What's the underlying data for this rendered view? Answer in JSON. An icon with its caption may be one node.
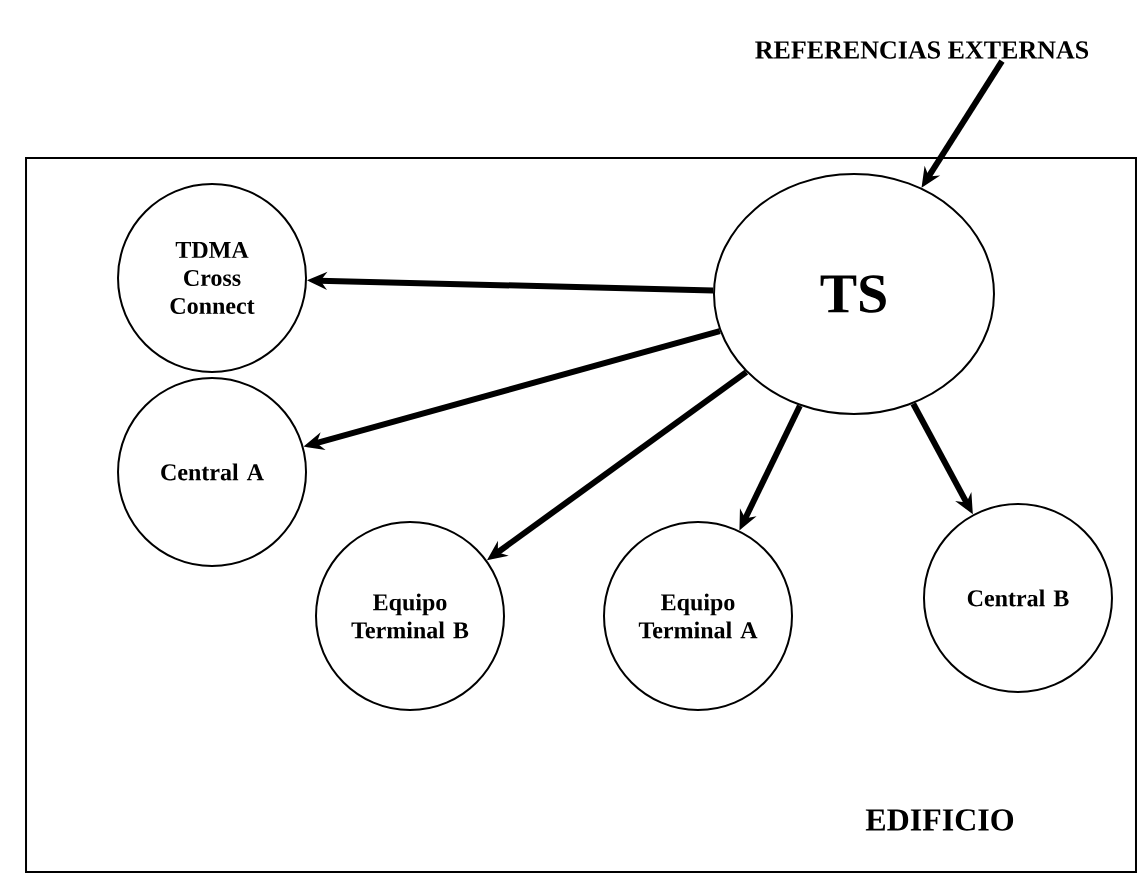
{
  "diagram": {
    "nodes": [
      {
        "text": [
          "REFERENCIAS EXTERNAS"
        ]
      },
      {
        "text": [
          "EDIFICIO"
        ]
      },
      {
        "text": [
          "TS"
        ],
        "in": 1
      },
      {
        "text": [
          "TDMA Cross Connect"
        ],
        "in": 1
      },
      {
        "text": [
          "Central A"
        ],
        "in": 1
      },
      {
        "text": [
          "Equipo Terminal B"
        ],
        "in": 1
      },
      {
        "text": [
          "Equipo Terminal A"
        ],
        "in": 1
      },
      {
        "text": [
          "Central B"
        ],
        "in": 1
      }
    ],
    "edges": [
      {
        "from": 0,
        "to": 2,
        "arrow": "to"
      },
      {
        "from": 2,
        "to": 3,
        "arrow": "to"
      },
      {
        "from": 2,
        "to": 4,
        "arrow": "to"
      },
      {
        "from": 2,
        "to": 5,
        "arrow": "to"
      },
      {
        "from": 2,
        "to": 6,
        "arrow": "to"
      },
      {
        "from": 2,
        "to": 7,
        "arrow": "to"
      }
    ]
  }
}
